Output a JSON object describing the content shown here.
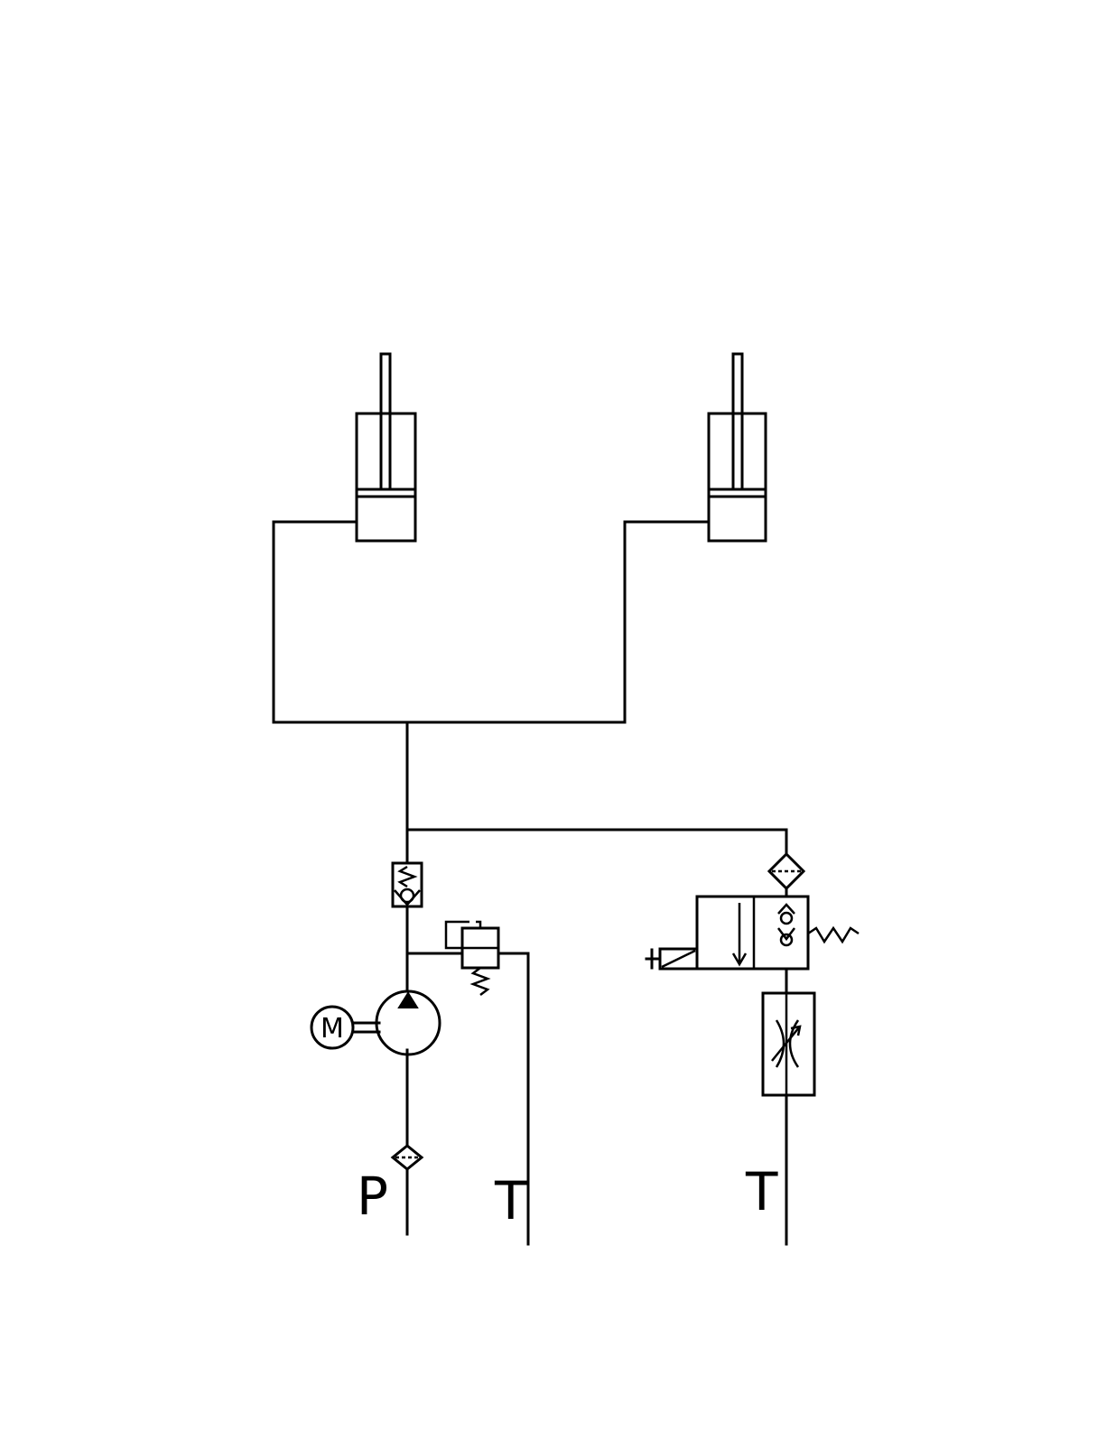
{
  "labels": {
    "pressure_port": "P",
    "tank_port_left": "T",
    "tank_port_right": "T",
    "motor": "M"
  }
}
